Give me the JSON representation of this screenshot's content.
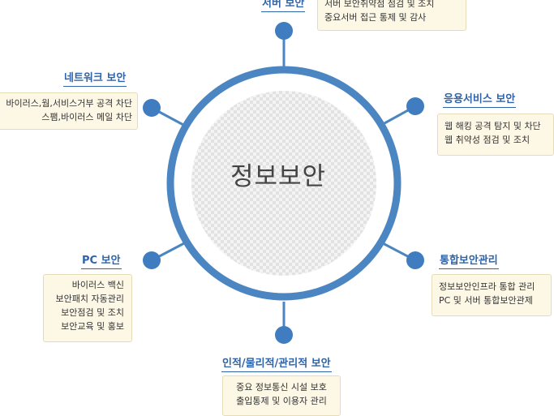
{
  "center": {
    "label": "정보보안"
  },
  "colors": {
    "ring": "#4c86c2",
    "node": "#3f7cc0",
    "title": "#2f64a8",
    "box_bg": "#fdf8e6",
    "box_border": "#e6dcb9"
  },
  "nodes": [
    {
      "id": "server",
      "title": "서버 보안",
      "lines": [
        "서버 보안취약점 점검 및 조치",
        "중요서버 접근 통제 및 감사"
      ]
    },
    {
      "id": "network",
      "title": "네트워크 보안",
      "lines": [
        "바이러스,웜,서비스거부 공격 차단",
        "스팸,바이러스 메일 차단"
      ]
    },
    {
      "id": "app",
      "title": "응용서비스 보안",
      "lines": [
        "웹 해킹 공격 탐지 및 차단",
        "웹 취약성 점검 및 조치"
      ]
    },
    {
      "id": "pc",
      "title": "PC 보안",
      "lines": [
        "바이러스 백신",
        "보안패치 자동관리",
        "보안점검 및 조치",
        "보안교육 및 홍보"
      ]
    },
    {
      "id": "integrated",
      "title": "통합보안관리",
      "lines": [
        "정보보안인프라 통합 관리",
        "PC 및 서버 통합보안관제"
      ]
    },
    {
      "id": "physical",
      "title": "인적/물리적/관리적 보안",
      "lines": [
        "중요 정보통신 시설 보호",
        "출입통제 및 이용자 관리"
      ]
    }
  ]
}
